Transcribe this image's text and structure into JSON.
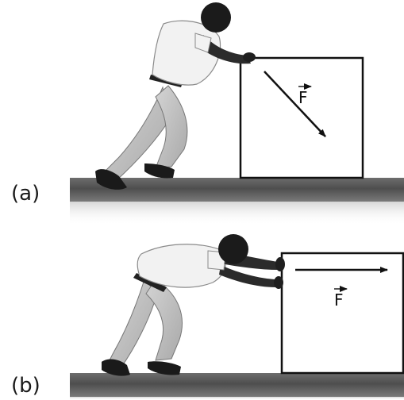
{
  "panels": [
    {
      "label": "(a)",
      "force_symbol": "F",
      "force_direction": "diagonal-down-right"
    },
    {
      "label": "(b)",
      "force_symbol": "F",
      "force_direction": "horizontal-right"
    }
  ]
}
